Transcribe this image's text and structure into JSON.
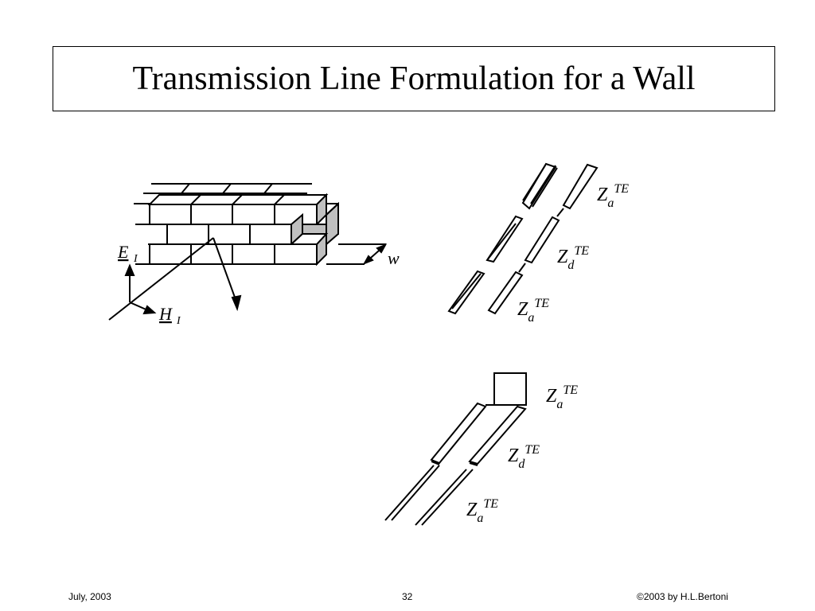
{
  "slide": {
    "title": "Transmission Line Formulation for a Wall"
  },
  "wall_figure": {
    "e_field_label": "E",
    "e_field_subscript": "I",
    "h_field_label": "H",
    "h_field_subscript": "I",
    "width_label": "w"
  },
  "line_diagram_1": {
    "labels": [
      {
        "symbol": "Z",
        "sub": "a",
        "sup": "TE"
      },
      {
        "symbol": "Z",
        "sub": "d",
        "sup": "TE"
      },
      {
        "symbol": "Z",
        "sub": "a",
        "sup": "TE"
      }
    ]
  },
  "line_diagram_2": {
    "labels": [
      {
        "symbol": "Z",
        "sub": "a",
        "sup": "TE"
      },
      {
        "symbol": "Z",
        "sub": "d",
        "sup": "TE"
      },
      {
        "symbol": "Z",
        "sub": "a",
        "sup": "TE"
      }
    ]
  },
  "footer": {
    "date": "July, 2003",
    "page_number": "32",
    "copyright": "©2003 by H.L.Bertoni"
  }
}
